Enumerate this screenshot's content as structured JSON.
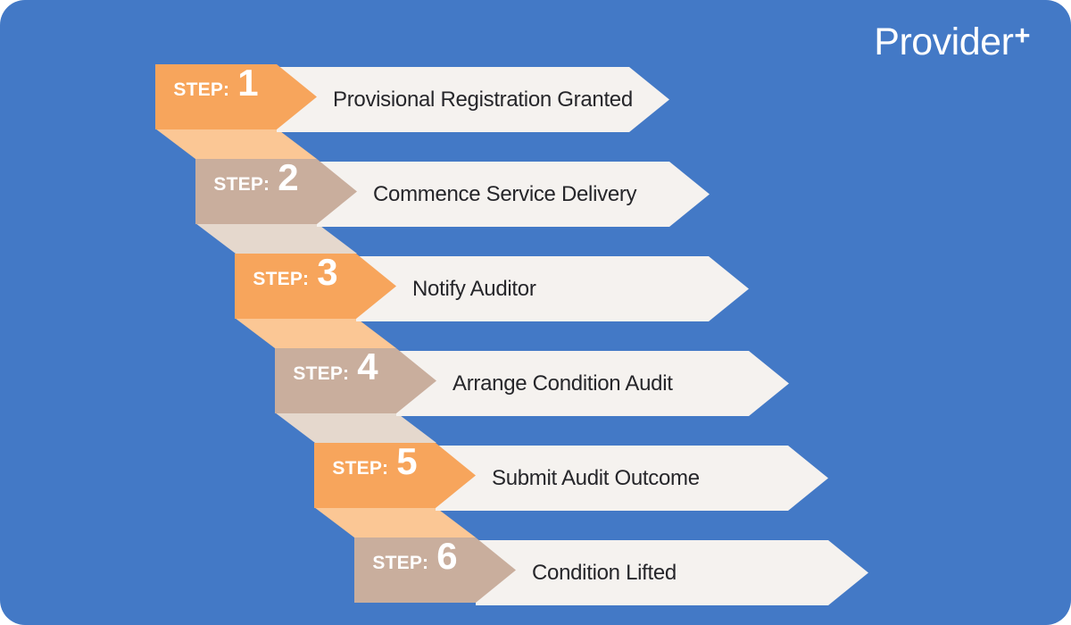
{
  "logo": {
    "text": "Provider",
    "plus": "+"
  },
  "theme": {
    "background": "#4379C6",
    "orange": "#F7A55C",
    "orange_light": "#FBC795",
    "tan": "#C9AE9D",
    "tan_light": "#E5D8CD",
    "banner": "#F5F2EF",
    "banner_text": "#26262A",
    "label_text": "#FFFFFF",
    "logo_text": "#FFFFFF"
  },
  "steps": [
    {
      "label_prefix": "STEP:",
      "number": "1",
      "title": "Provisional Registration Granted",
      "variant": "orange"
    },
    {
      "label_prefix": "STEP:",
      "number": "2",
      "title": "Commence Service Delivery",
      "variant": "tan"
    },
    {
      "label_prefix": "STEP:",
      "number": "3",
      "title": "Notify Auditor",
      "variant": "orange"
    },
    {
      "label_prefix": "STEP:",
      "number": "4",
      "title": "Arrange Condition Audit",
      "variant": "tan"
    },
    {
      "label_prefix": "STEP:",
      "number": "5",
      "title": "Submit Audit Outcome",
      "variant": "orange"
    },
    {
      "label_prefix": "STEP:",
      "number": "6",
      "title": "Condition Lifted",
      "variant": "tan"
    }
  ]
}
